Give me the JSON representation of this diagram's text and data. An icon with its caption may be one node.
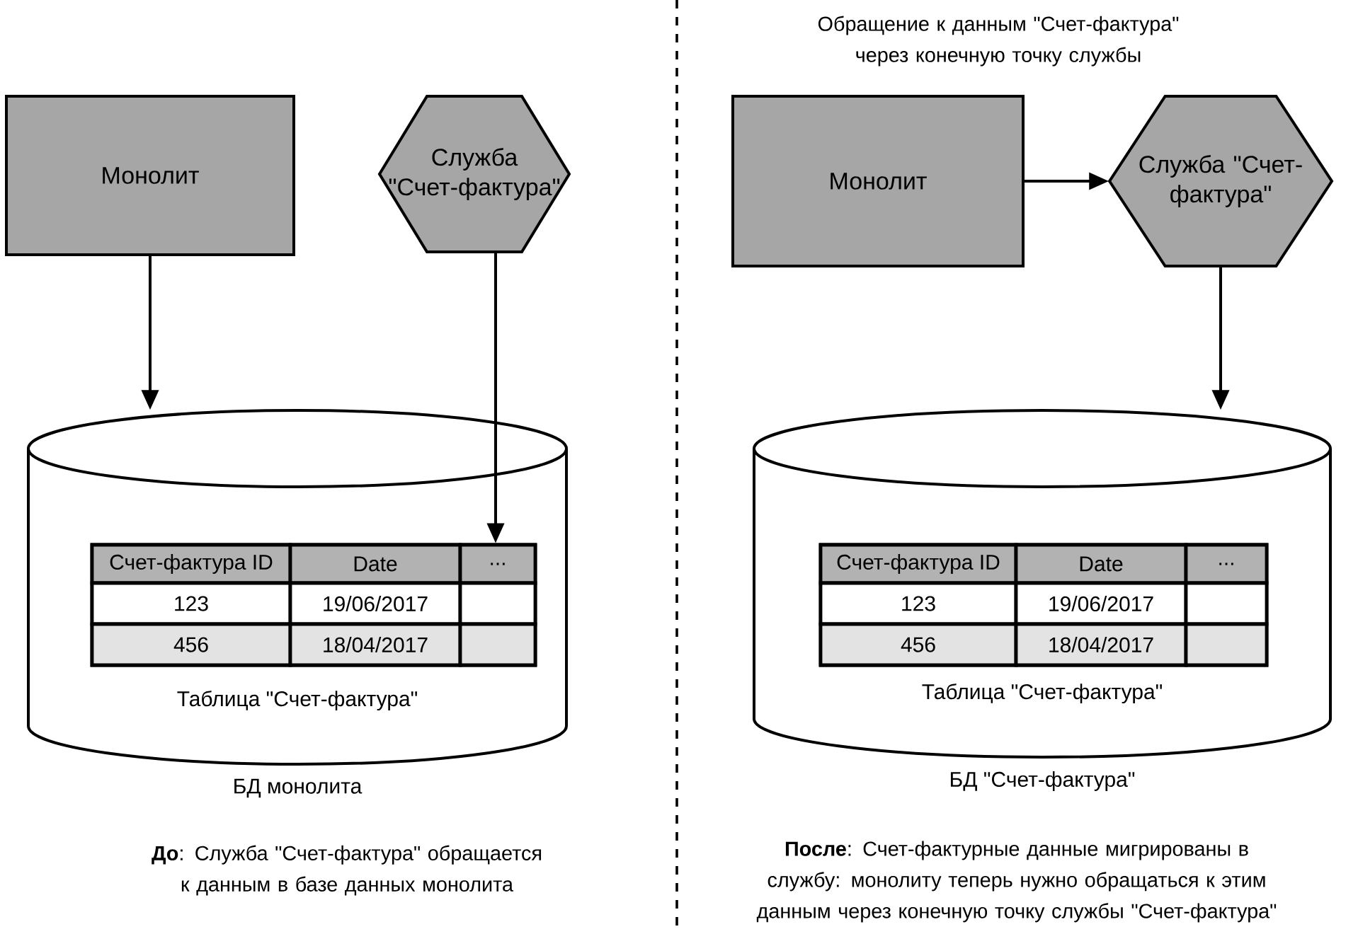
{
  "diagram": {
    "nodes": [
      {
        "text": [
          "Монолит"
        ]
      },
      {
        "text": [
          "Служба \"Счет-фактура\""
        ]
      },
      {
        "text": [
          "Таблица \"Счет-фактура\"",
          "БД монолита"
        ]
      },
      {
        "text": [
          "Счет-фактура ID",
          "Date",
          "...",
          "123",
          "19/06/2017",
          "456",
          "18/04/2017"
        ],
        "in": 2
      },
      {
        "text": [
          "Монолит"
        ]
      },
      {
        "text": [
          "Служба \"Счет-фактура\""
        ]
      },
      {
        "text": [
          "Таблица \"Счет-фактура\"",
          "БД \"Счет-фактура\""
        ]
      },
      {
        "text": [
          "Счет-фактура ID",
          "Date",
          "...",
          "123",
          "19/06/2017",
          "456",
          "18/04/2017"
        ],
        "in": 6
      }
    ],
    "edges": [
      {
        "from": 0,
        "to": 2,
        "arrow": "to"
      },
      {
        "from": 1,
        "to": 3,
        "arrow": "to"
      },
      {
        "from": 4,
        "to": 5,
        "arrow": "to"
      },
      {
        "from": 5,
        "to": 6,
        "arrow": "to"
      }
    ],
    "labels": [
      "Обращение к данным \"Счет-фактура\" через конечную точку службы",
      "**До**: Служба \"Счет-фактура\" обращается к данным в базе данных монолита",
      "**После**: Счет-фактурные данные мигрированы в службу: монолиту теперь нужно обращаться к этим данным через конечную точку службы \"Счет-фактура\""
    ]
  }
}
